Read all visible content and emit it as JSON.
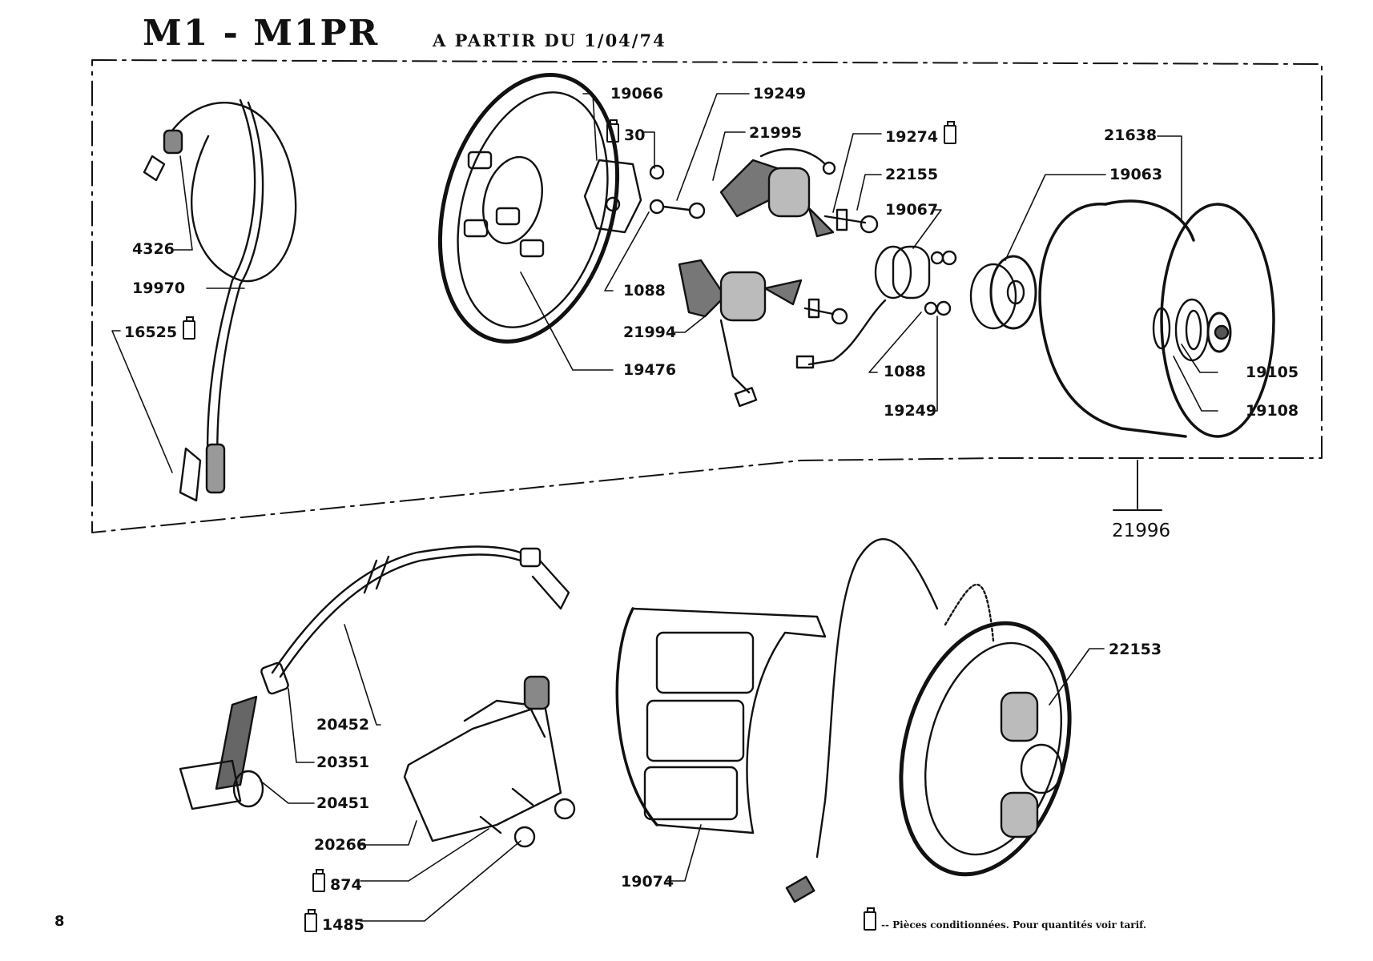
{
  "header": {
    "title": "M1 - M1PR",
    "subtitle": "A PARTIR DU 1/04/74"
  },
  "page_number": "8",
  "footnote": {
    "icon": "parts-bag-icon",
    "text": "-- Pièces conditionnées. Pour quantités voir tarif."
  },
  "assembly_group": {
    "part": "21996",
    "description": "Flywheel magneto assembly (dashed boundary)"
  },
  "labels": [
    {
      "id": "19066",
      "bag": false
    },
    {
      "id": "30",
      "bag": true
    },
    {
      "id": "19249",
      "bag": false
    },
    {
      "id": "21995",
      "bag": false
    },
    {
      "id": "19274",
      "bag": true
    },
    {
      "id": "22155",
      "bag": false
    },
    {
      "id": "19067",
      "bag": false
    },
    {
      "id": "21638",
      "bag": false
    },
    {
      "id": "19063",
      "bag": false
    },
    {
      "id": "4326",
      "bag": false
    },
    {
      "id": "19970",
      "bag": false
    },
    {
      "id": "16525",
      "bag": true
    },
    {
      "id": "1088",
      "bag": false
    },
    {
      "id": "21994",
      "bag": false
    },
    {
      "id": "19476",
      "bag": false
    },
    {
      "id": "1088",
      "bag": false
    },
    {
      "id": "19249",
      "bag": false
    },
    {
      "id": "19105",
      "bag": false
    },
    {
      "id": "19108",
      "bag": false
    },
    {
      "id": "21996",
      "bag": false
    },
    {
      "id": "22153",
      "bag": false
    },
    {
      "id": "20452",
      "bag": false
    },
    {
      "id": "20351",
      "bag": false
    },
    {
      "id": "20451",
      "bag": false
    },
    {
      "id": "20266",
      "bag": false
    },
    {
      "id": "874",
      "bag": true
    },
    {
      "id": "1485",
      "bag": true
    },
    {
      "id": "19074",
      "bag": false
    }
  ],
  "parts_drawn": [
    "hv-cable-with-connector",
    "stator-plate",
    "contact-breaker",
    "ignition-coil-upper",
    "lighting-coil",
    "condenser",
    "hub",
    "flywheel-rotor",
    "washer",
    "nut",
    "spark-plug-cable",
    "spark-plug-cap",
    "external-ignition-coil",
    "flywheel-cover",
    "complete-stator-assembly"
  ]
}
